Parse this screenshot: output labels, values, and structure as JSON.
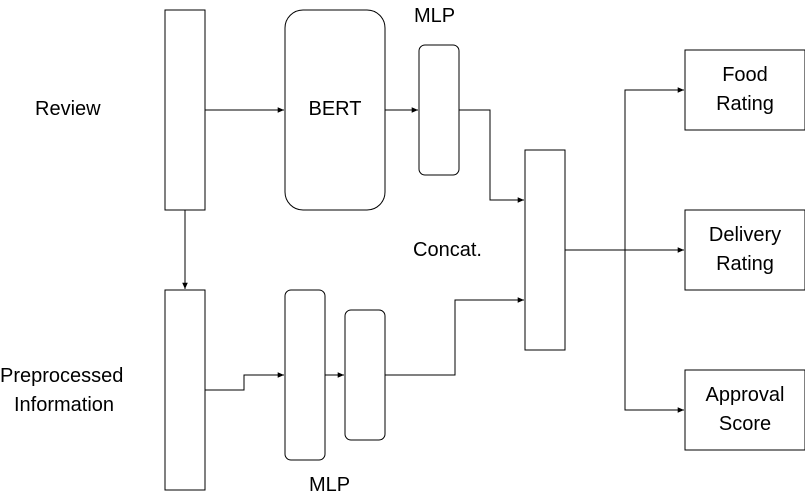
{
  "labels": {
    "review": "Review",
    "bert": "BERT",
    "mlp_top": "MLP",
    "mlp_bottom": "MLP",
    "concat": "Concat.",
    "preprocessed_line1": "Preprocessed",
    "preprocessed_line2": "Information"
  },
  "outputs": [
    {
      "line1": "Food",
      "line2": "Rating"
    },
    {
      "line1": "Delivery",
      "line2": "Rating"
    },
    {
      "line1": "Approval",
      "line2": "Score"
    }
  ],
  "colors": {
    "stroke": "#000000",
    "fill": "#ffffff",
    "text": "#000000"
  }
}
